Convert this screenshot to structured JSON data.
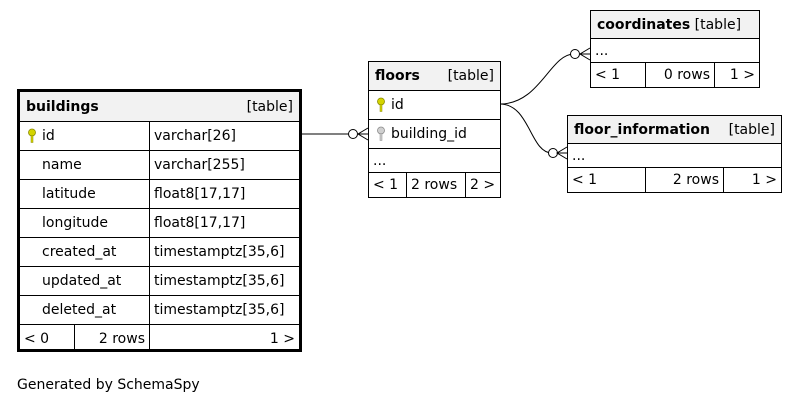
{
  "buildings": {
    "name": "buildings",
    "kind": "[table]",
    "columns": [
      {
        "name": "id",
        "type": "varchar[26]",
        "key": "primary"
      },
      {
        "name": "name",
        "type": "varchar[255]",
        "key": "none"
      },
      {
        "name": "latitude",
        "type": "float8[17,17]",
        "key": "none"
      },
      {
        "name": "longitude",
        "type": "float8[17,17]",
        "key": "none"
      },
      {
        "name": "created_at",
        "type": "timestamptz[35,6]",
        "key": "none"
      },
      {
        "name": "updated_at",
        "type": "timestamptz[35,6]",
        "key": "none"
      },
      {
        "name": "deleted_at",
        "type": "timestamptz[35,6]",
        "key": "none"
      }
    ],
    "nav": {
      "prev": "< 0",
      "rows": "2 rows",
      "next": "1 >"
    }
  },
  "floors": {
    "name": "floors",
    "kind": "[table]",
    "columns": [
      {
        "name": "id",
        "key": "primary"
      },
      {
        "name": "building_id",
        "key": "foreign"
      }
    ],
    "more": "...",
    "nav": {
      "prev": "< 1",
      "rows": "2 rows",
      "next": "2 >"
    }
  },
  "coordinates": {
    "name": "coordinates",
    "kind": "[table]",
    "more": "...",
    "nav": {
      "prev": "< 1",
      "rows": "0 rows",
      "next": "1 >"
    }
  },
  "floor_information": {
    "name": "floor_information",
    "kind": "[table]",
    "more": "...",
    "nav": {
      "prev": "< 1",
      "rows": "2 rows",
      "next": "1 >"
    }
  },
  "footer": "Generated by SchemaSpy",
  "colors": {
    "primary_key": "#d4d400",
    "foreign_key": "#b0b0b0",
    "header_bg": "#f2f2f2"
  }
}
